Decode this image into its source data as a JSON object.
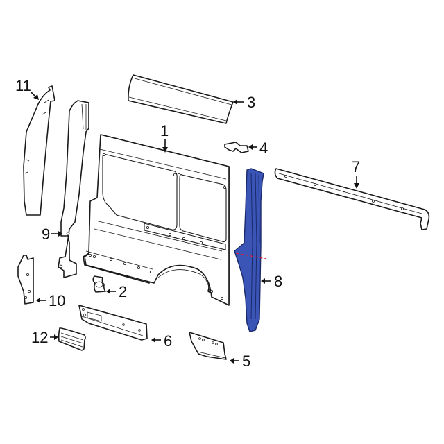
{
  "diagram": {
    "type": "exploded-parts-diagram",
    "highlight_color": "#3a55b5",
    "highlight_outline": "#1b2a6b",
    "cut_line_color": "#d02040",
    "callouts": [
      {
        "id": "1",
        "label": "1",
        "part": "side-panel"
      },
      {
        "id": "2",
        "label": "2",
        "part": "small-bracket"
      },
      {
        "id": "3",
        "label": "3",
        "part": "upper-rail-panel"
      },
      {
        "id": "4",
        "label": "4",
        "part": "small-clip-bracket"
      },
      {
        "id": "5",
        "label": "5",
        "part": "lower-rear-panel"
      },
      {
        "id": "6",
        "label": "6",
        "part": "rocker-panel"
      },
      {
        "id": "7",
        "label": "7",
        "part": "roof-rail-strip"
      },
      {
        "id": "8",
        "label": "8",
        "part": "pillar-highlighted"
      },
      {
        "id": "9",
        "label": "9",
        "part": "b-pillar"
      },
      {
        "id": "10",
        "label": "10",
        "part": "lower-pillar-bracket"
      },
      {
        "id": "11",
        "label": "11",
        "part": "pillar-trim"
      },
      {
        "id": "12",
        "label": "12",
        "part": "step-plate"
      }
    ]
  }
}
